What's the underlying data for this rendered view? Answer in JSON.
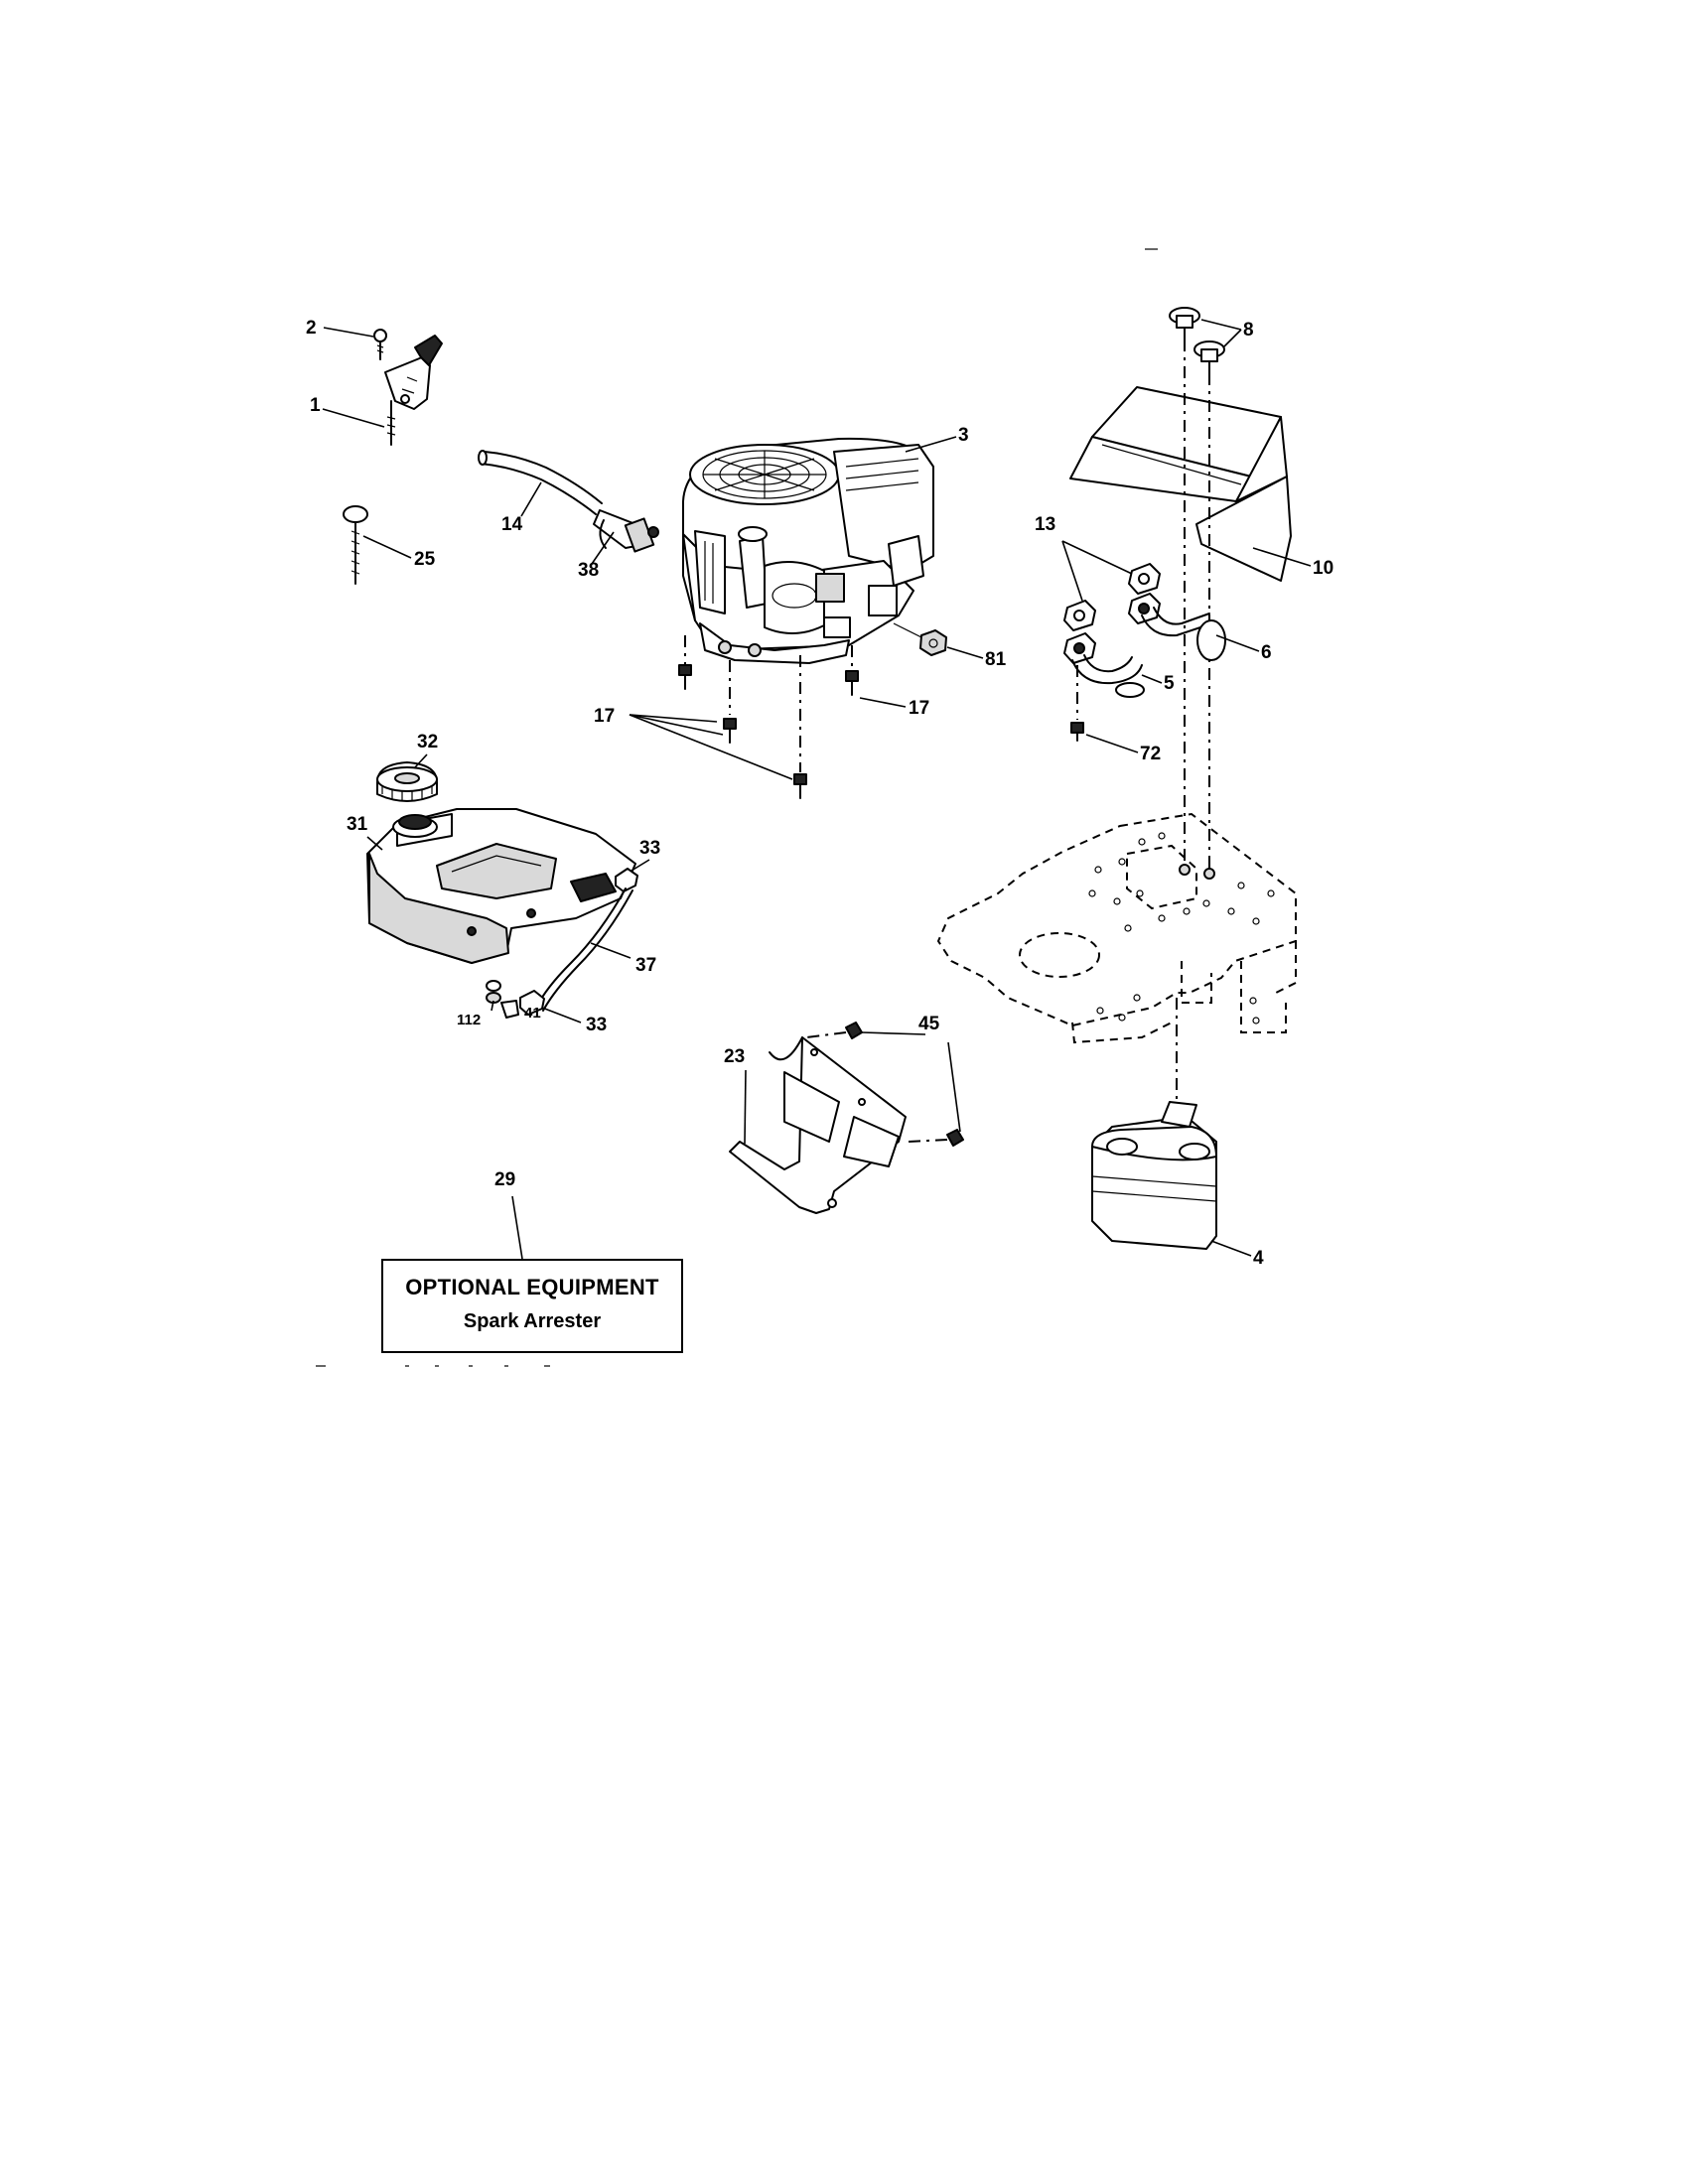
{
  "callouts": {
    "c1": "1",
    "c2": "2",
    "c3": "3",
    "c4": "4",
    "c5": "5",
    "c6": "6",
    "c8": "8",
    "c10": "10",
    "c13": "13",
    "c14": "14",
    "c17a": "17",
    "c17b": "17",
    "c23": "23",
    "c25": "25",
    "c29": "29",
    "c31": "31",
    "c32": "32",
    "c33a": "33",
    "c33b": "33",
    "c37": "37",
    "c38": "38",
    "c41": "41",
    "c45": "45",
    "c72": "72",
    "c81": "81",
    "c112": "112"
  },
  "optional_box": {
    "title": "OPTIONAL EQUIPMENT",
    "subtitle": "Spark Arrester"
  }
}
